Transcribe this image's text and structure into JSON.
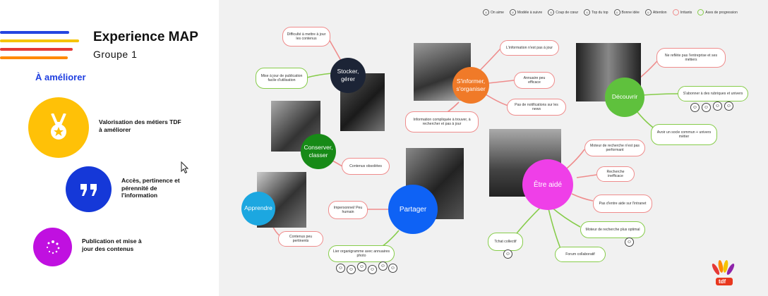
{
  "header": {
    "title": "Experience MAP",
    "group": "Groupe 1"
  },
  "section_label": "À améliorer",
  "improvements": [
    {
      "text": "Valorisation des métiers TDF à améliorer",
      "icon": "medal-icon",
      "color": "#ffc107"
    },
    {
      "text": "Accès, pertinence et pérennité de l'information",
      "icon": "quote-icon",
      "color": "#1538d8"
    },
    {
      "text": "Publication et mise à jour des contenus",
      "icon": "loading-icon",
      "color": "#c010e0"
    }
  ],
  "legend": {
    "items": [
      "On aime",
      "Modèle à suivre",
      "Coup de cœur",
      "Top du top",
      "Bonne idée",
      "Attention"
    ],
    "irritants": "Irritants",
    "progress": "Axes de progression",
    "colors": {
      "irritant": "#ef8c8c",
      "progress": "#86cc4a"
    }
  },
  "nodes": {
    "stocker": "Stocker, gérer",
    "sinformer": "S'informer, s'organiser",
    "decouvrir": "Découvrir",
    "conserver": "Conserver, classer",
    "apprendre": "Apprendre",
    "partager": "Partager",
    "etre_aide": "Être aidé"
  },
  "bubbles": {
    "b1": "Difficulté à mettre à jour les contenus",
    "b2": "Mise à jour de publication facile d'utilisation",
    "b3": "L'information n'est pas à jour",
    "b4": "Annuaire peu efficace",
    "b5": "Pas de notifications sur les news",
    "b6": "Information compliquée à trouver, à rechercher et pas à jour",
    "b7": "Ne reflète pas l'entreprise et ses métiers",
    "b8": "S'abonner à des rubriques et univers",
    "b9": "Avoir un socle commun + univers métier",
    "b10": "Contenus obsolètes",
    "b11": "Moteur de recherche n'est pas performant",
    "b12": "Recherche inefficace",
    "b13": "Pas d'entre aide sur l'intranet",
    "b14": "Impersonnel/ Peu humain",
    "b15": "Moteur de recherche plus optimal",
    "b16": "Contenus peu pertinents",
    "b17": "Tchat collectif",
    "b18": "Forum collaboratif",
    "b19": "Lier organigramme avec annuaires photo"
  },
  "brand": "tdf"
}
